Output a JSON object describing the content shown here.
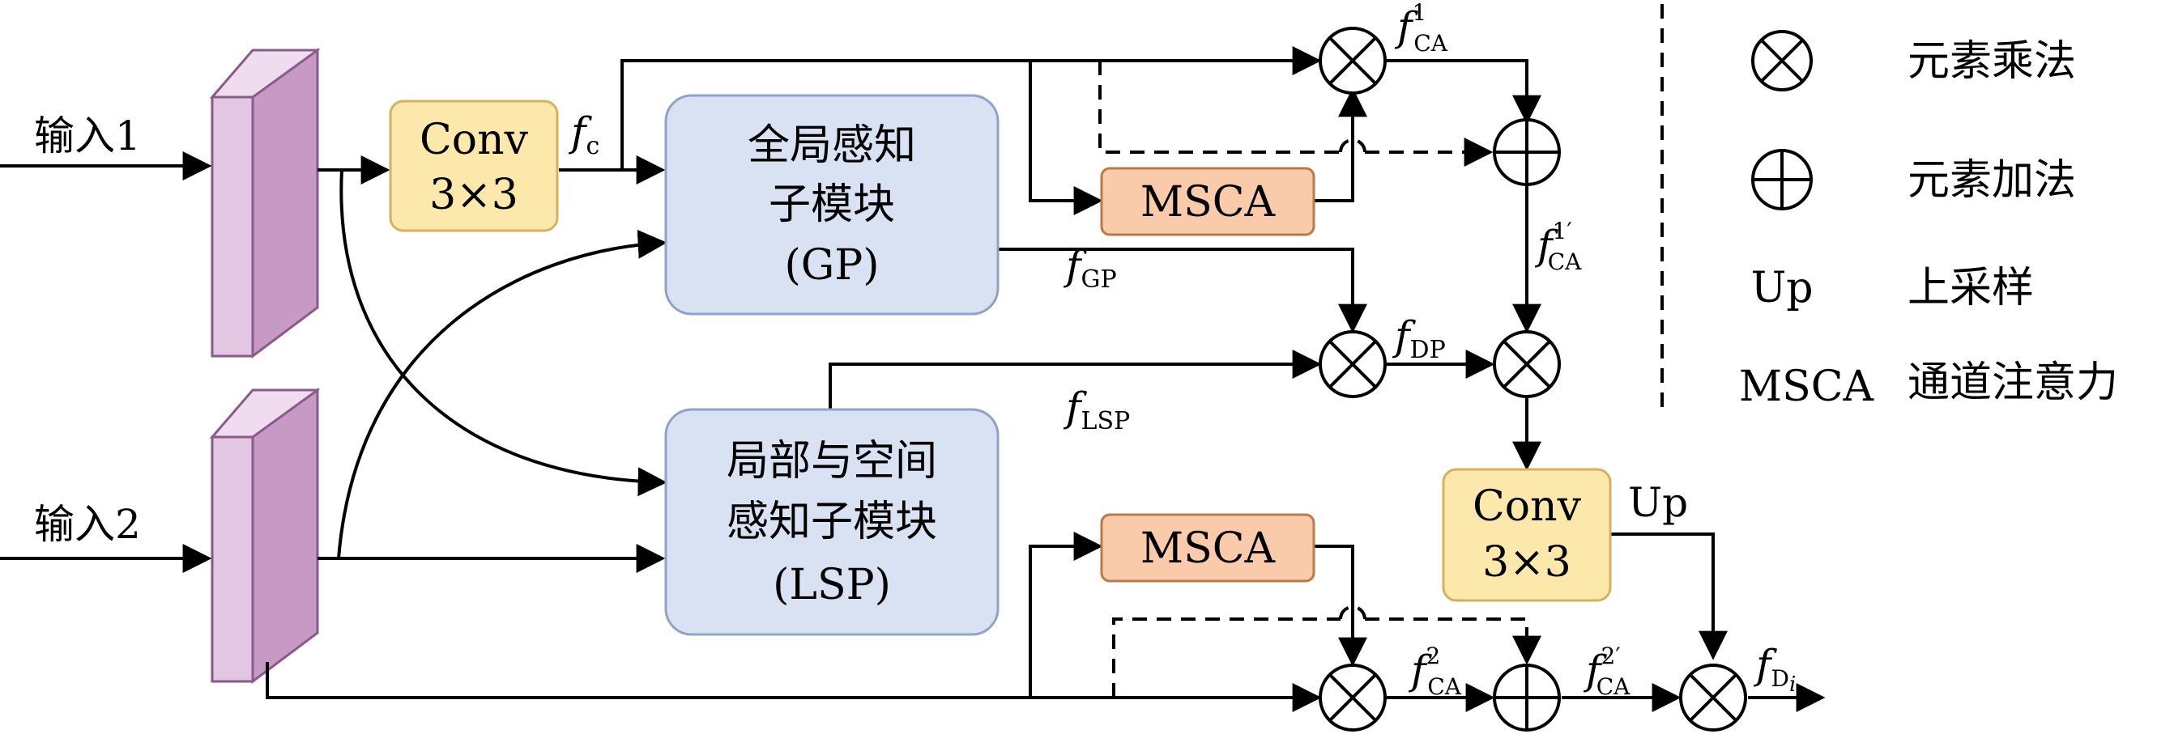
{
  "inputs": {
    "input1": "输入1",
    "input2": "输入2"
  },
  "blocks": {
    "conv_top": {
      "line1": "Conv",
      "line2": "3×3"
    },
    "gp": {
      "line1": "全局感知",
      "line2": "子模块",
      "line3": "(GP)"
    },
    "lsp": {
      "line1": "局部与空间",
      "line2": "感知子模块",
      "line3": "(LSP)"
    },
    "msca_top": "MSCA",
    "msca_bottom": "MSCA",
    "conv_right": {
      "line1": "Conv",
      "line2": "3×3"
    }
  },
  "labels": {
    "fc": {
      "base": "f",
      "sub": "c"
    },
    "fgp": {
      "base": "f",
      "sub": "GP"
    },
    "flsp": {
      "base": "f",
      "sub": "LSP"
    },
    "fdp": {
      "base": "f",
      "sub": "DP"
    },
    "fca1": {
      "base": "f",
      "sup": "1",
      "sub": "CA"
    },
    "fca1p": {
      "base": "f",
      "sup": "1′",
      "sub": "CA"
    },
    "fca2": {
      "base": "f",
      "sup": "2",
      "sub": "CA"
    },
    "fca2p": {
      "base": "f",
      "sup": "2′",
      "sub": "CA"
    },
    "fdi": {
      "base": "f",
      "sub": "D",
      "subsub": "i"
    },
    "up": "Up"
  },
  "legend": [
    {
      "symbol_name": "multiply-symbol",
      "symbol": "⊗",
      "text": "元素乘法"
    },
    {
      "symbol_name": "add-symbol",
      "symbol": "⊕",
      "text": "元素加法"
    },
    {
      "symbol_name": "up-symbol",
      "symbol": "Up",
      "text": "上采样"
    },
    {
      "symbol_name": "msca-symbol",
      "symbol": "MSCA",
      "text": "通道注意力"
    }
  ],
  "colors": {
    "input_face": "#e3c6e2",
    "input_side": "#c79ac6",
    "conv_fill": "#fde8ac",
    "conv_stroke": "#d4b15c",
    "module_fill": "#d9e2f3",
    "module_stroke": "#8ea3c8",
    "msca_fill": "#f9cbaa",
    "msca_stroke": "#b97a4a"
  }
}
